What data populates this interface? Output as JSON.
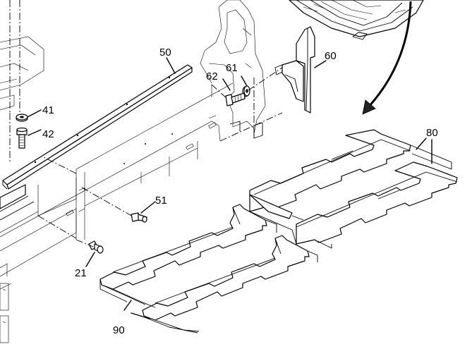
{
  "callouts": [
    {
      "id": "c50",
      "text": "50"
    },
    {
      "id": "c60",
      "text": "60"
    },
    {
      "id": "c61",
      "text": "61"
    },
    {
      "id": "c62",
      "text": "62"
    },
    {
      "id": "c41",
      "text": "41"
    },
    {
      "id": "c42",
      "text": "42"
    },
    {
      "id": "c80",
      "text": "80"
    },
    {
      "id": "c51",
      "text": "51"
    },
    {
      "id": "c21",
      "text": "21"
    },
    {
      "id": "c90",
      "text": "90"
    }
  ]
}
